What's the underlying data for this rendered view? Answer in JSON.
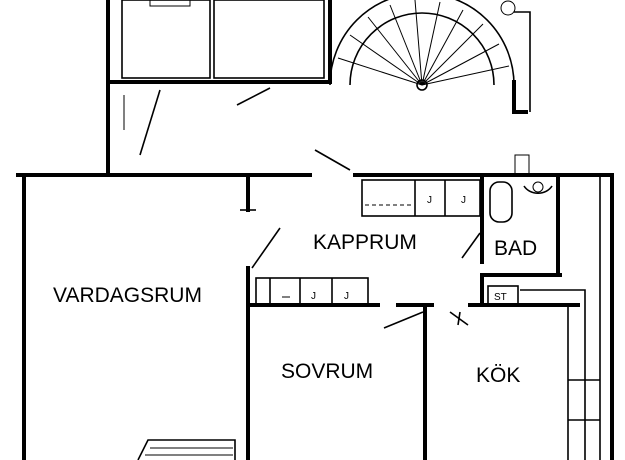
{
  "rooms": {
    "vardagsrum": "VARDAGSRUM",
    "kapprum": "KAPPRUM",
    "bad": "BAD",
    "sovrum": "SOVRUM",
    "kok": "KÖK"
  },
  "fixtures": {
    "wardrobe_mark": "J",
    "st_mark": "ST"
  }
}
